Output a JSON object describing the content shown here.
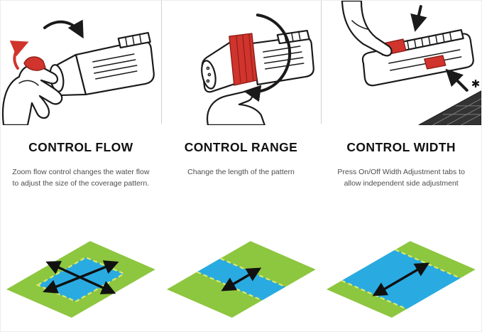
{
  "panels": [
    {
      "id": "flow",
      "title": "CONTROL FLOW",
      "description": "Zoom flow control changes the water flow to adjust the size of the coverage pattern.",
      "illustration_alt": "hand-turning-zoom-flow-control-with-red-lever-and-rotation-arrows",
      "pattern_alt": "lawn-coverage-pattern-size-adjust-crossed-arrows"
    },
    {
      "id": "range",
      "title": "CONTROL RANGE",
      "description": "Change the length of the pattern",
      "illustration_alt": "hand-turning-red-range-dial-with-large-rotation-arrow",
      "pattern_alt": "lawn-coverage-pattern-narrow-band-short-diagonal-arrow"
    },
    {
      "id": "width",
      "title": "CONTROL WIDTH",
      "description": "Press On/Off Width Adjustment tabs to allow independent side adjustment",
      "illustration_alt": "finger-pressing-red-width-adjustment-tabs-with-pointer-arrows",
      "pattern_alt": "lawn-coverage-pattern-wide-band-long-diagonal-arrow"
    }
  ],
  "icons": {
    "star": "✱"
  },
  "colors": {
    "grass_green": "#8dc63f",
    "water_blue": "#29abe2",
    "dashed_yellow": "#dbe96b",
    "accent_red": "#d0342c",
    "line_black": "#1a1a1a",
    "text_gray": "#4d4d4d",
    "divider_gray": "#cfcfcf"
  }
}
